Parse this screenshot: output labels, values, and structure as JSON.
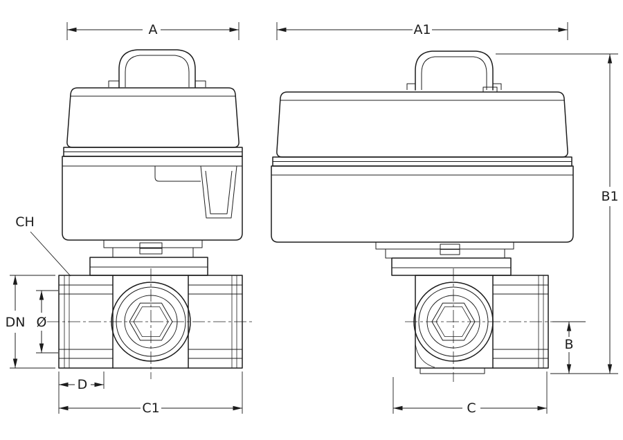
{
  "style": {
    "line_color": "#1c1c1c",
    "background_color": "#ffffff"
  },
  "dims": {
    "a": "A",
    "a1": "A1",
    "b": "B",
    "b1": "B1",
    "c": "C",
    "c1": "C1",
    "d": "D",
    "dn": "DN",
    "diameter": "Ø",
    "ch": "CH"
  }
}
